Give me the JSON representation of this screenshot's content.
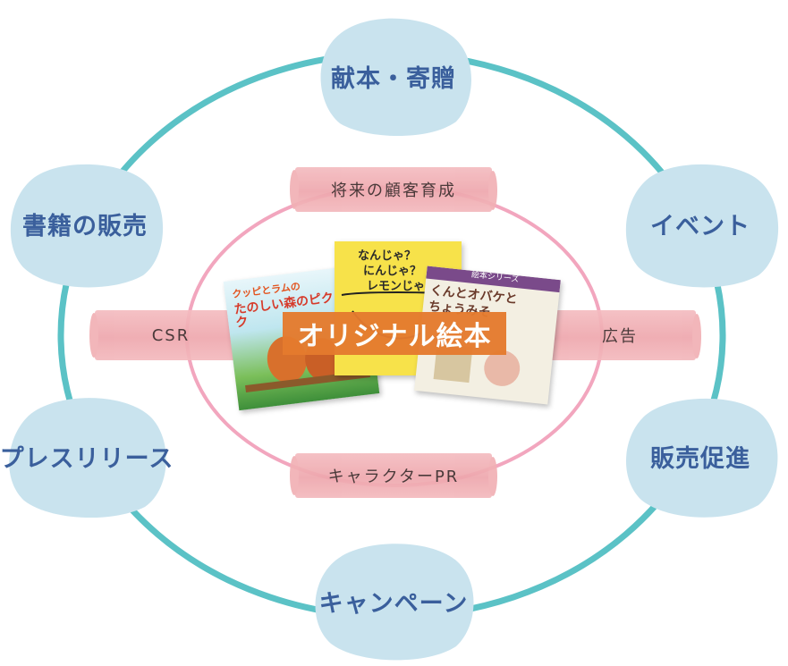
{
  "center": {
    "label": "オリジナル絵本"
  },
  "outer_ring": [
    {
      "label": "献本・寄贈"
    },
    {
      "label": "イベント"
    },
    {
      "label": "販売促進"
    },
    {
      "label": "キャンペーン"
    },
    {
      "label": "プレスリリース"
    },
    {
      "label": "書籍の販売"
    }
  ],
  "inner_ring": [
    {
      "label": "将来の顧客育成"
    },
    {
      "label": "広告"
    },
    {
      "label": "キャラクターPR"
    },
    {
      "label": "CSR"
    }
  ],
  "books": [
    {
      "title_line1": "クッピとラムの",
      "title_line2": "たのしい森のピクニック"
    },
    {
      "title_line1": "なんじゃ？",
      "title_line2": "にんじゃ？",
      "title_line3": "レモンじゃ！"
    },
    {
      "series": "絵本シリーズ",
      "title_line1": "くんとオバケと",
      "title_line2": "ちょうみそ"
    }
  ],
  "colors": {
    "outer_ring": "#5bc2c6",
    "inner_ring": "#f2a6be",
    "blob": "#c9e3ee",
    "label": "#3a5f9c",
    "center_band": "#e57b2e"
  }
}
